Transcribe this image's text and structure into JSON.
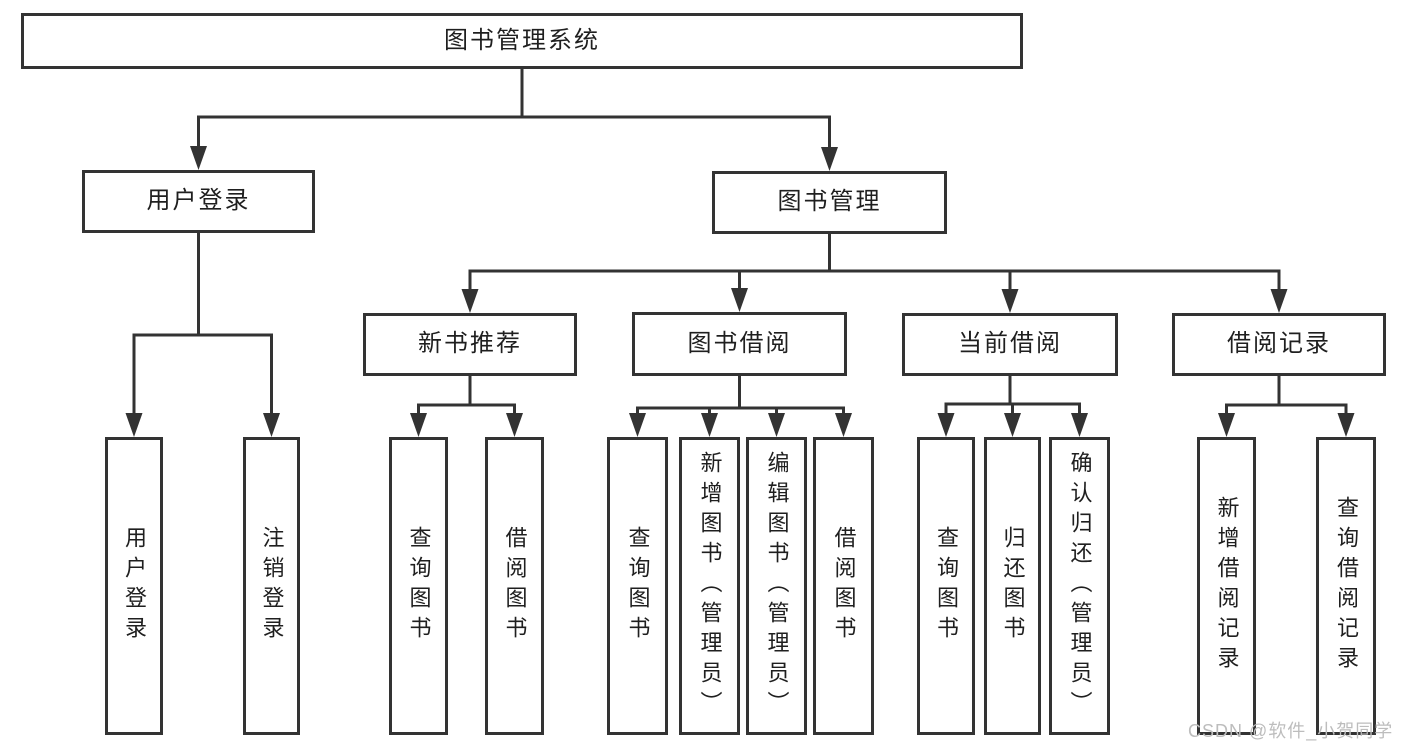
{
  "diagram": {
    "tree": {
      "id": "system",
      "label": "图书管理系统",
      "children": [
        {
          "id": "user-login",
          "label": "用户登录",
          "children": [
            {
              "id": "user-login-leaf",
              "label": "用户登录"
            },
            {
              "id": "logout-leaf",
              "label": "注销登录"
            }
          ]
        },
        {
          "id": "book-mgmt",
          "label": "图书管理",
          "children": [
            {
              "id": "new-book-rec",
              "label": "新书推荐",
              "children": [
                {
                  "id": "nbr-query",
                  "label": "查询图书"
                },
                {
                  "id": "nbr-borrow",
                  "label": "借阅图书"
                }
              ]
            },
            {
              "id": "book-borrow",
              "label": "图书借阅",
              "children": [
                {
                  "id": "bb-query",
                  "label": "查询图书"
                },
                {
                  "id": "bb-add",
                  "label": "新增图书（管理员）"
                },
                {
                  "id": "bb-edit",
                  "label": "编辑图书（管理员）"
                },
                {
                  "id": "bb-borrow",
                  "label": "借阅图书"
                }
              ]
            },
            {
              "id": "cur-borrow",
              "label": "当前借阅",
              "children": [
                {
                  "id": "cb-query",
                  "label": "查询图书"
                },
                {
                  "id": "cb-return",
                  "label": "归还图书"
                },
                {
                  "id": "cb-confirm",
                  "label": "确认归还（管理员）"
                }
              ]
            },
            {
              "id": "borrow-rec",
              "label": "借阅记录",
              "children": [
                {
                  "id": "br-add",
                  "label": "新增借阅记录"
                },
                {
                  "id": "br-query",
                  "label": "查询借阅记录"
                }
              ]
            }
          ]
        }
      ]
    }
  },
  "watermark": {
    "text": "CSDN @软件_小贺同学",
    "color": "#bdbdbd"
  },
  "colors": {
    "line": "#333333",
    "text": "#1f1f1f",
    "background": "#ffffff"
  }
}
